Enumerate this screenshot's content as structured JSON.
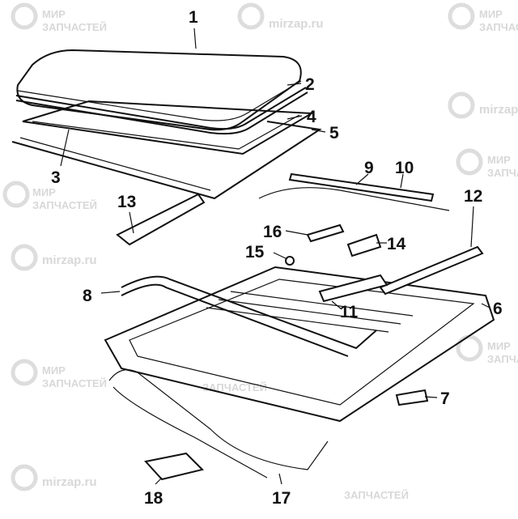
{
  "diagram": {
    "callouts": [
      "1",
      "2",
      "3",
      "4",
      "5",
      "6",
      "7",
      "8",
      "9",
      "10",
      "11",
      "12",
      "13",
      "14",
      "15",
      "16",
      "17",
      "18"
    ],
    "watermark": {
      "brand_line1": "МИР",
      "brand_line2": "ЗАПЧАСТЕЙ",
      "site": "mirzap.ru",
      "color": "#d8d8d8"
    },
    "line_color": "#111111"
  }
}
